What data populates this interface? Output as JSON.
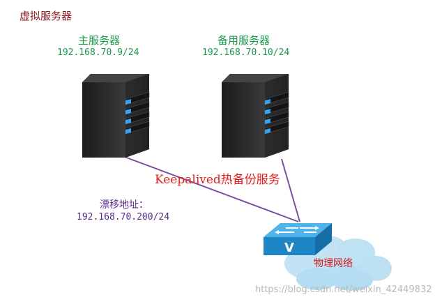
{
  "title": "虚拟服务器",
  "primary": {
    "name": "主服务器",
    "ip": "192.168.70.9/24"
  },
  "backup": {
    "name": "备用服务器",
    "ip": "192.168.70.10/24"
  },
  "service": "Keepalived热备份服务",
  "vip": {
    "label": "漂移地址：",
    "ip": "192.168.70.200/24"
  },
  "network": {
    "label": "物理网络",
    "switch_glyph": "V"
  },
  "watermark": "https://blog.csdn.net/weixin_42449832",
  "colors": {
    "title": "#8b1a1a",
    "server_text": "#1a9a4a",
    "service_text": "#e02020",
    "vip_text": "#5a2a8a",
    "link_line": "#7a4fa0",
    "server_led": "#3aa0f0",
    "switch": "#2a8fcf",
    "cloud": "#b4dcf2"
  },
  "icons": [
    "server-icon",
    "switch-icon",
    "cloud-icon"
  ]
}
